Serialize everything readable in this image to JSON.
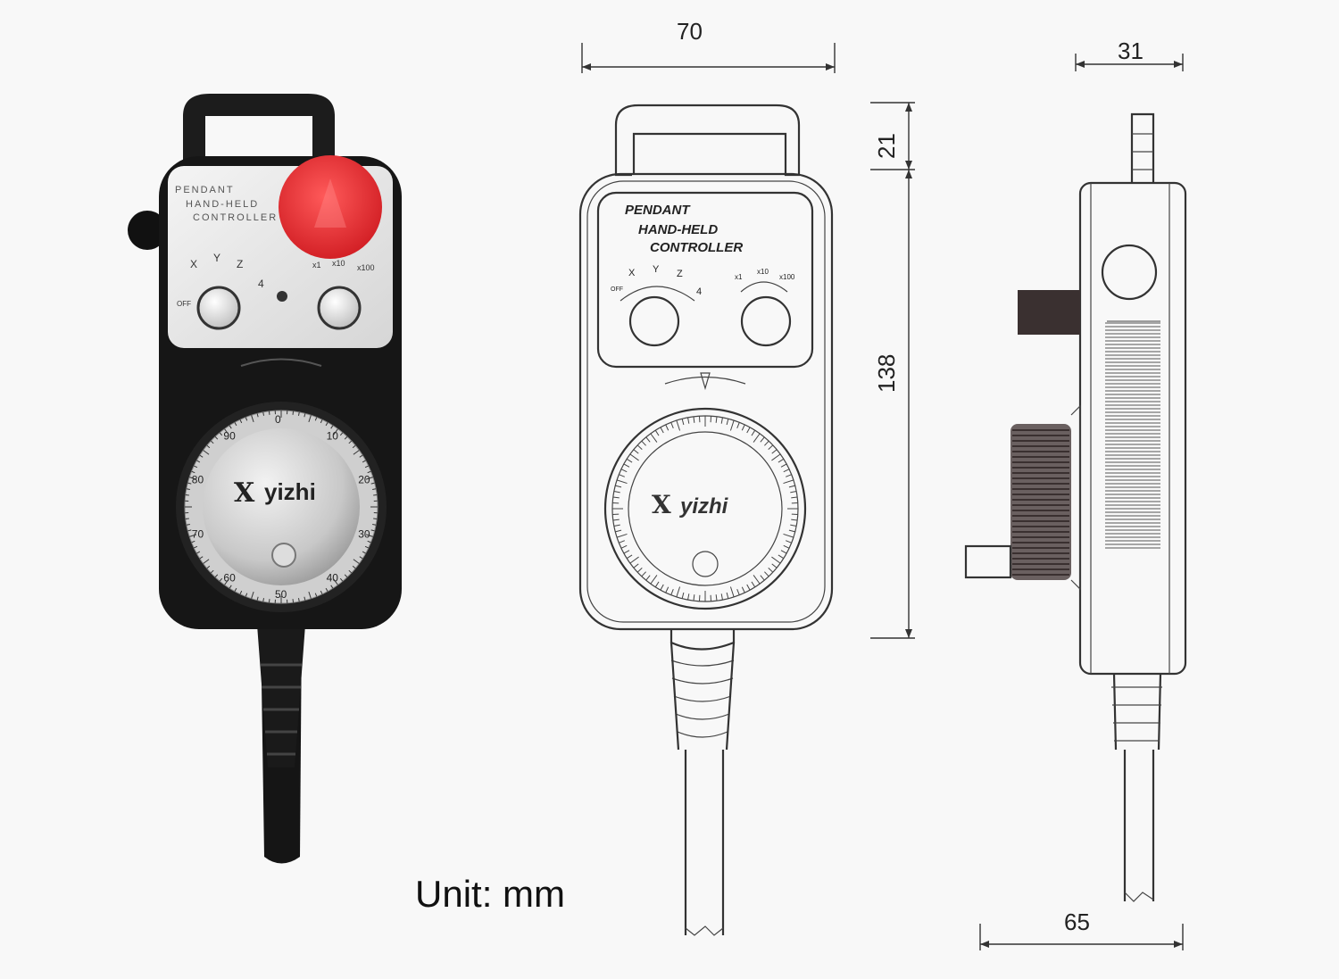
{
  "unit_label": "Unit: mm",
  "dimensions": {
    "width": "70",
    "handle_height": "21",
    "body_height": "138",
    "depth": "31",
    "overall_depth": "65"
  },
  "device": {
    "panel_text": [
      "PENDANT",
      "HAND-HELD",
      "CONTROLLER"
    ],
    "axis_labels": [
      "OFF",
      "X",
      "Y",
      "Z",
      "4"
    ],
    "step_labels": [
      "x1",
      "x10",
      "x100"
    ],
    "brand": "yizhi",
    "dial_numbers": [
      "0",
      "10",
      "20",
      "30",
      "40",
      "50",
      "60",
      "70",
      "80",
      "90"
    ],
    "estop_color": "#e3262b"
  }
}
